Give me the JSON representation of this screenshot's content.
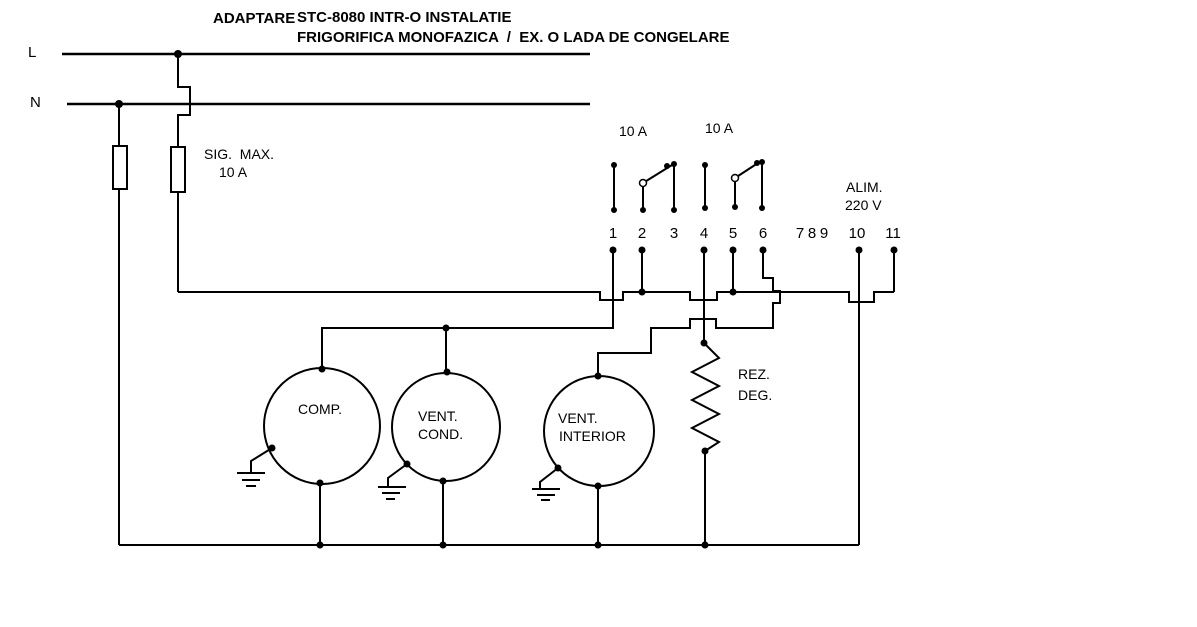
{
  "page": {
    "background": "#ffffff",
    "ink": "#000000"
  },
  "title": {
    "prefix": "ADAPTARE",
    "line1": "STC-8080 INTR-O INSTALATIE",
    "line2": "FRIGORIFICA MONOFAZICA  /  EX. O LADA DE CONGELARE"
  },
  "supply": {
    "live": "L",
    "neutral": "N",
    "fuse_name": "SIG.  MAX.",
    "fuse_rating": "10 A"
  },
  "thermostat": {
    "relay1_rating": "10 A",
    "relay2_rating": "10 A",
    "supply_label": "ALIM.",
    "supply_voltage": "220 V",
    "terminals": [
      "1",
      "2",
      "3",
      "4",
      "5",
      "6",
      "7",
      "8",
      "9",
      "10",
      "11"
    ]
  },
  "loads": {
    "compressor": "COMP.",
    "condenser_fan_line1": "VENT.",
    "condenser_fan_line2": "COND.",
    "interior_fan_line1": "VENT.",
    "interior_fan_line2": "INTERIOR",
    "defrost_heater_line1": "REZ.",
    "defrost_heater_line2": "DEG."
  }
}
